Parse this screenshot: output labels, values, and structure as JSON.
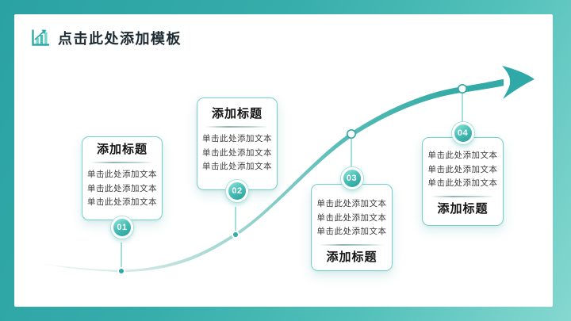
{
  "frame": {
    "gradient_start": "#2aa1a3",
    "gradient_end": "#85d8d0"
  },
  "header": {
    "icon": "bar-chart-icon",
    "title": "点击此处添加模板",
    "title_color": "#1e2b33"
  },
  "arrow": {
    "shape": "s-curve-growth-arrow",
    "color_accent": "#2fa8a8",
    "color_light": "#e8f3f1"
  },
  "cards": [
    {
      "number": "01",
      "title": "添加标题",
      "lines": [
        "单击此处添加文本",
        "单击此处添加文本",
        "单击此处添加文本"
      ],
      "layout": "title-top"
    },
    {
      "number": "02",
      "title": "添加标题",
      "lines": [
        "单击此处添加文本",
        "单击此处添加文本",
        "单击此处添加文本"
      ],
      "layout": "title-top"
    },
    {
      "number": "03",
      "title": "添加标题",
      "lines": [
        "单击此处添加文本",
        "单击此处添加文本",
        "单击此处添加文本"
      ],
      "layout": "title-bottom"
    },
    {
      "number": "04",
      "title": "添加标题",
      "lines": [
        "单击此处添加文本",
        "单击此处添加文本",
        "单击此处添加文本"
      ],
      "layout": "title-bottom"
    }
  ],
  "colors": {
    "accent": "#2fa8a8",
    "accent_light": "#7fd4cc",
    "card_border": "#79d0ca",
    "title_text": "#141414",
    "body_text": "#3c3c3c"
  }
}
